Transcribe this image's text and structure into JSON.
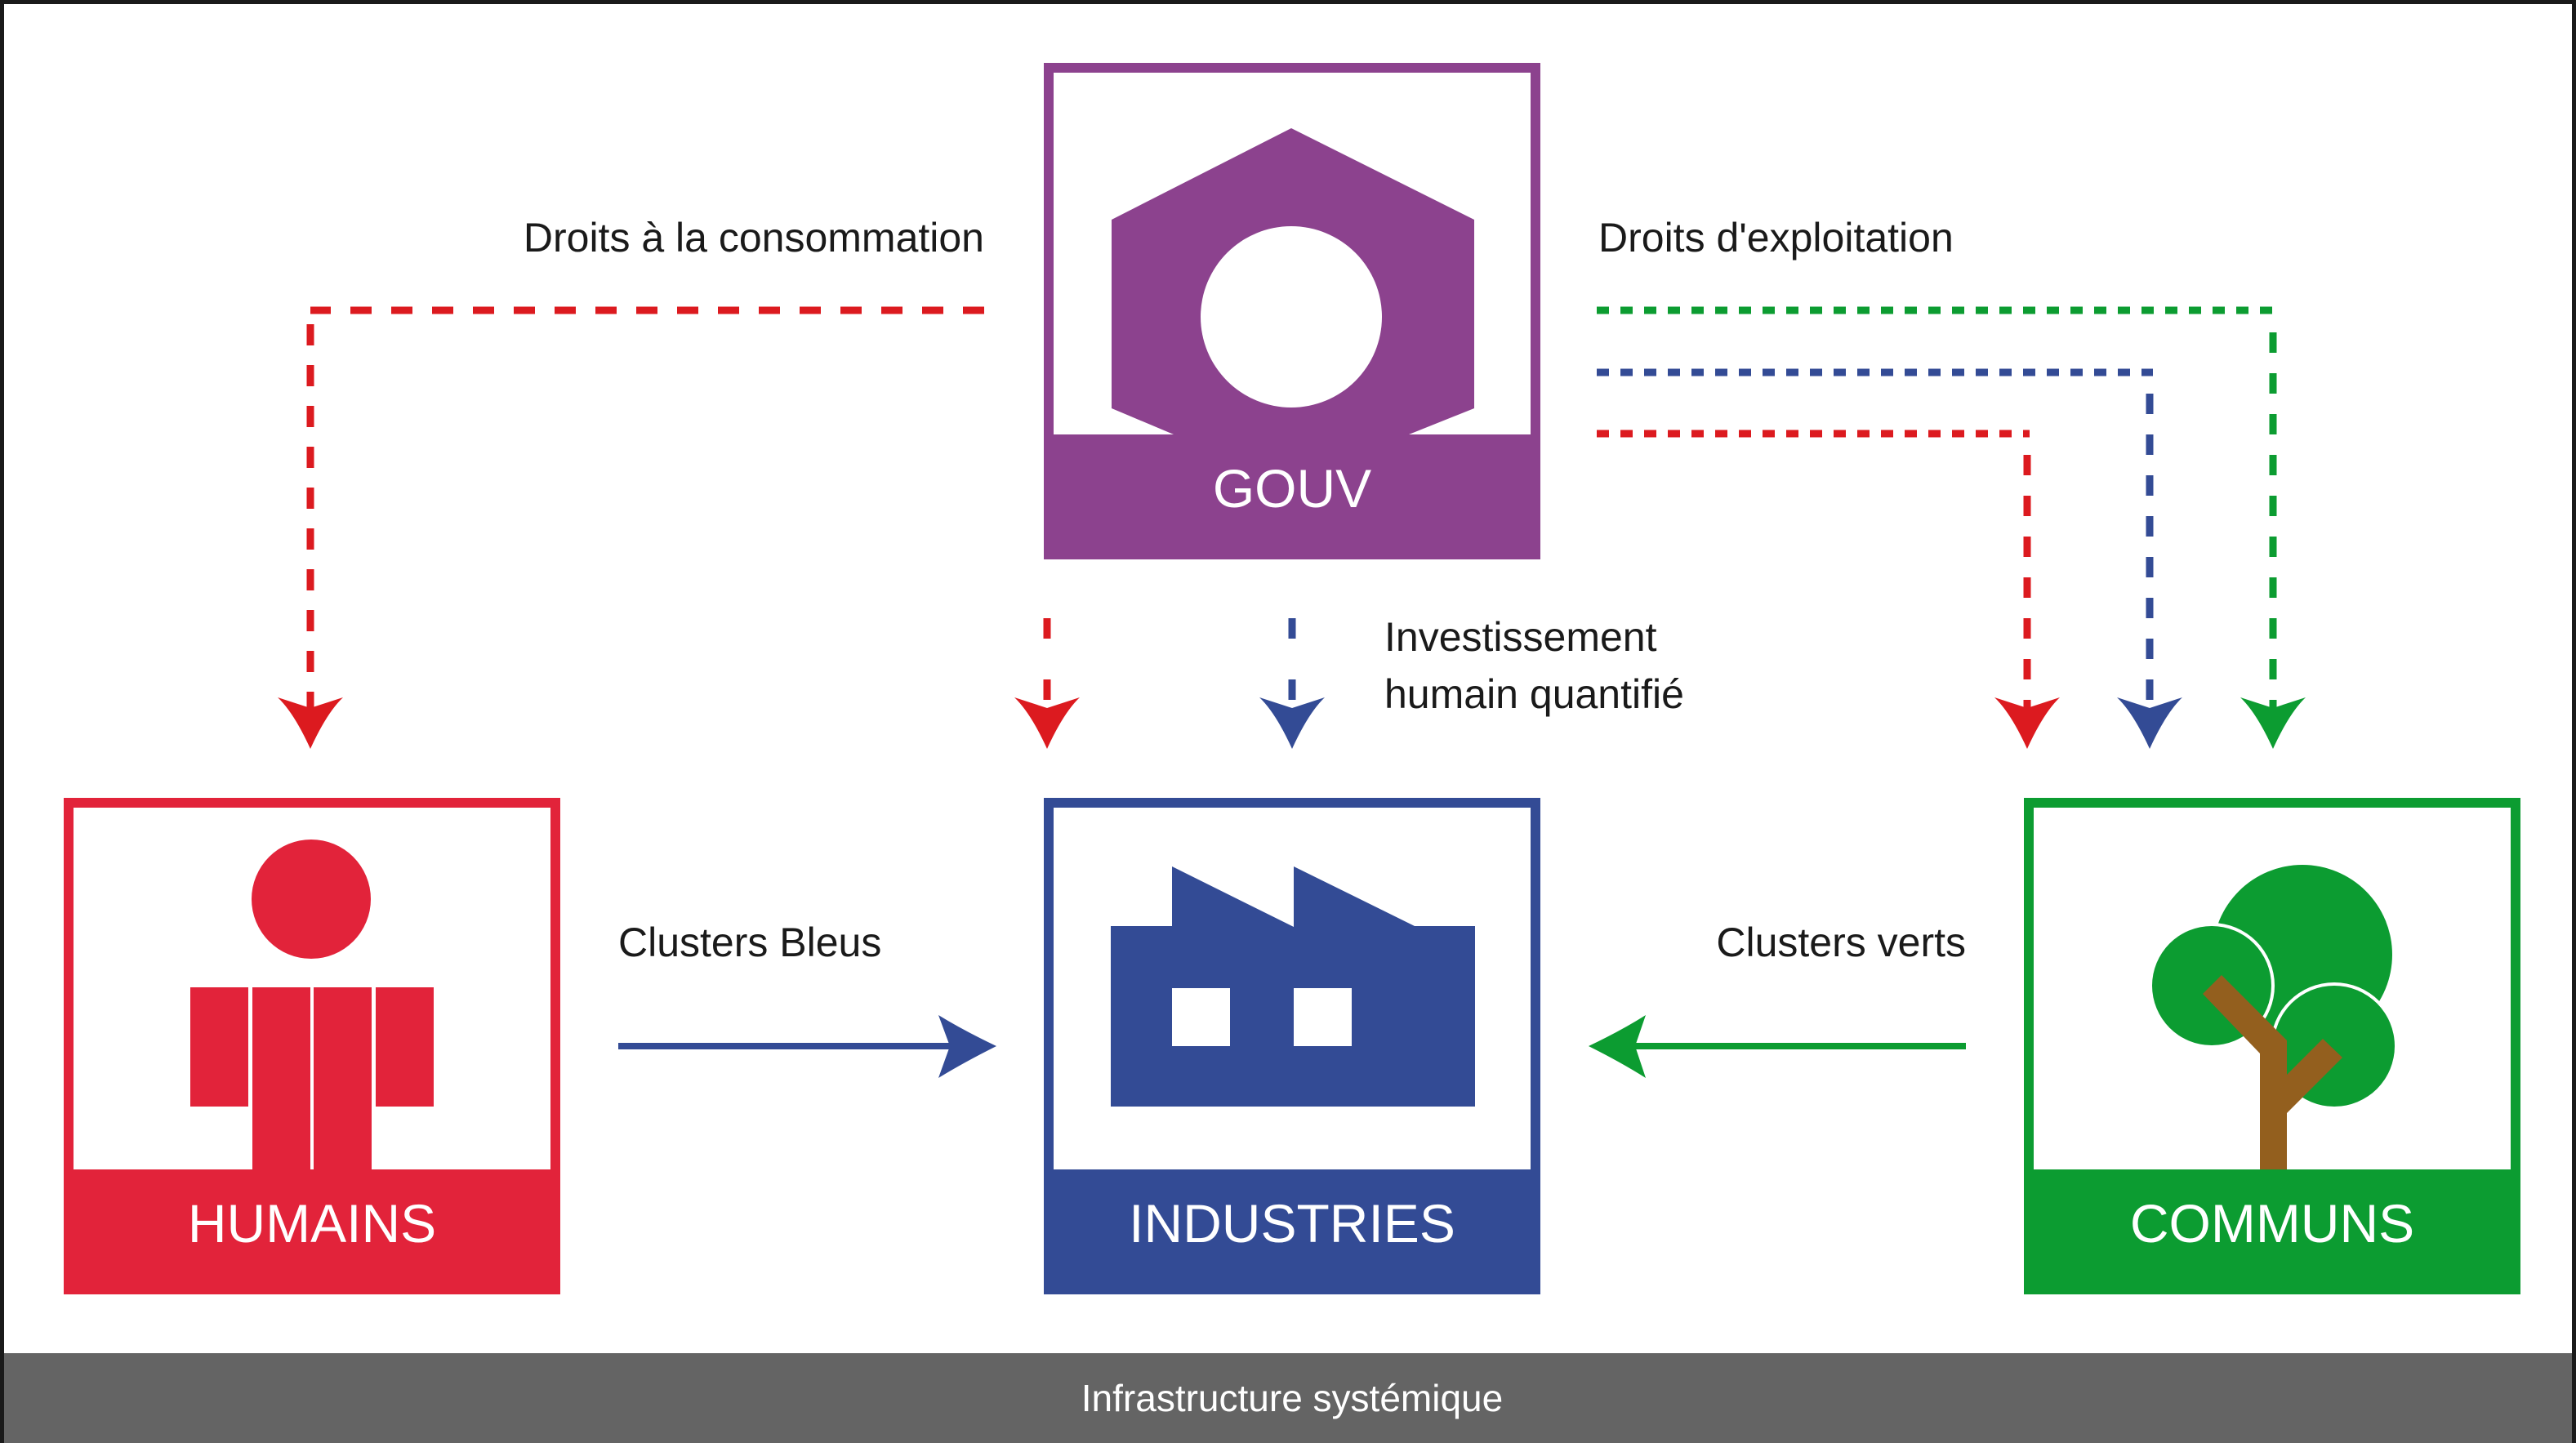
{
  "colors": {
    "gouv": "#8c428e",
    "humains": "#e2233a",
    "industries": "#334b95",
    "communs": "#0c9c31",
    "trunk": "#935f1e",
    "red_arrow": "#dc1a1f",
    "blue_arrow": "#334b95",
    "green_arrow": "#0c9c31",
    "footer": "#646464",
    "text": "#1a1a1a"
  },
  "nodes": {
    "gouv": {
      "label": "GOUV",
      "icon": "hex-nut-icon"
    },
    "humains": {
      "label": "HUMAINS",
      "icon": "person-icon"
    },
    "industries": {
      "label": "INDUSTRIES",
      "icon": "factory-icon"
    },
    "communs": {
      "label": "COMMUNS",
      "icon": "tree-icon"
    }
  },
  "labels": {
    "consumption_rights": "Droits à la consommation",
    "exploitation_rights": "Droits d'exploitation",
    "investment_line1": "Investissement",
    "investment_line2": "humain quantifié",
    "blue_clusters": "Clusters Bleus",
    "green_clusters": "Clusters verts"
  },
  "footer": {
    "label": "Infrastructure systémique"
  },
  "edges": [
    {
      "from": "gouv",
      "to": "humains",
      "style": "dashed",
      "color": "red",
      "label": "Droits à la consommation"
    },
    {
      "from": "gouv",
      "to": "industries",
      "style": "dashed",
      "color": "red"
    },
    {
      "from": "gouv",
      "to": "industries",
      "style": "dashed",
      "color": "blue",
      "label": "Investissement humain quantifié"
    },
    {
      "from": "gouv",
      "to": "communs",
      "style": "dashed",
      "color": "red",
      "label": "Droits d'exploitation"
    },
    {
      "from": "gouv",
      "to": "communs",
      "style": "dashed",
      "color": "blue"
    },
    {
      "from": "gouv",
      "to": "communs",
      "style": "dashed",
      "color": "green"
    },
    {
      "from": "humains",
      "to": "industries",
      "style": "solid",
      "color": "blue",
      "label": "Clusters Bleus"
    },
    {
      "from": "communs",
      "to": "industries",
      "style": "solid",
      "color": "green",
      "label": "Clusters verts"
    }
  ]
}
